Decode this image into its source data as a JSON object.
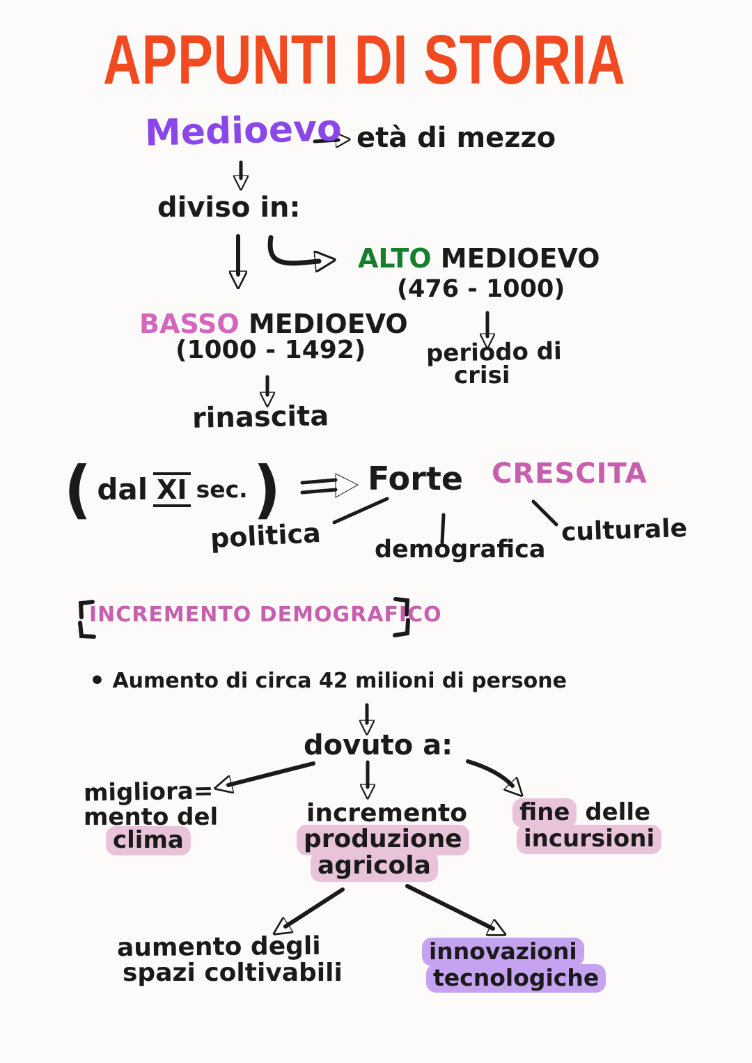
{
  "colors": {
    "background": "#fcfbfa",
    "ink": "#1a1a1a",
    "title": "#f14a21",
    "purple": "#8b46ea",
    "green": "#157f2e",
    "orchid": "#d466be",
    "pink": "#c75fae",
    "highlight_pink": "#e9c3d9",
    "highlight_purple": "#c5a3f0"
  },
  "header": {
    "title": "APPUNTI DI STORIA"
  },
  "root": {
    "term": "Medioevo",
    "definition": "età di mezzo",
    "divided_label": "diviso in:"
  },
  "alto": {
    "name_highlight": "ALTO",
    "name_rest": "MEDIOEVO",
    "years": "(476 - 1000)",
    "outcome_line1": "periodo di",
    "outcome_line2": "crisi"
  },
  "basso": {
    "name_highlight": "BASSO",
    "name_rest": "MEDIOEVO",
    "years": "(1000 - 1492)",
    "outcome": "rinascita"
  },
  "crescita": {
    "paren_open": "(",
    "premise_pre": "dal",
    "premise_century": "XI",
    "premise_post": "sec.",
    "paren_close": ")",
    "strong": "Forte",
    "keyword": "CRESCITA",
    "branches": [
      "politica",
      "demografica",
      "culturale"
    ]
  },
  "demografia": {
    "heading": "INCREMENTO DEMOGRAFICO",
    "bullet_glyph": "•",
    "bullet_text": "Aumento di circa 42 milioni di persone",
    "due_to_label": "dovuto a:",
    "causes": {
      "clima": {
        "line1": "migliora=",
        "line2": "mento del",
        "line3": "clima"
      },
      "agricoltura": {
        "line1": "incremento",
        "line2": "produzione",
        "line3": "agricola"
      },
      "incursioni": {
        "line1_highlight": "fine",
        "line1_rest": "delle",
        "line2": "incursioni"
      }
    },
    "effects": {
      "spazi": {
        "line1": "aumento degli",
        "line2": "spazi coltivabili"
      },
      "innovazioni": {
        "line1": "innovazioni",
        "line2": "tecnologiche"
      }
    }
  }
}
